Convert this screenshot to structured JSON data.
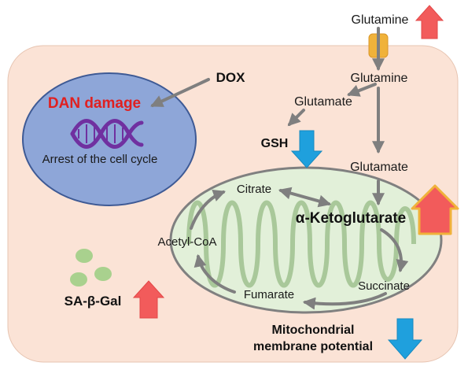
{
  "labels": {
    "glutamine_outside": "Glutamine",
    "glutamine_inside": "Glutamine",
    "glutamate_left": "Glutamate",
    "gsh": "GSH",
    "glutamate_lower": "Glutamate",
    "dox": "DOX",
    "dna_damage": "DAN damage",
    "cell_cycle": "Arrest of the cell cycle",
    "citrate": "Citrate",
    "akg": "α-Ketoglutarate",
    "acetyl_coa": "Acetyl-CoA",
    "succinate": "Succinate",
    "fumarate": "Fumarate",
    "sa_gal": "SA-β-Gal",
    "mmp_line1": "Mitochondrial",
    "mmp_line2": "membrane potential"
  },
  "indicators": {
    "glutamine": "up",
    "gsh": "down",
    "akg": "up",
    "sa_gal": "up",
    "membrane_potential": "down"
  },
  "colors": {
    "cell_fill": "#fbe3d6",
    "nucleus_fill": "#8ea6d8",
    "mito_fill": "#e2f0d9",
    "up_arrow": "#f25b5b",
    "down_arrow": "#1fa0dd",
    "flow_arrow": "#7f7f7f",
    "transporter": "#f0b23a",
    "dna_strand": "#7030a0",
    "dna_damage_text": "#e02020"
  }
}
